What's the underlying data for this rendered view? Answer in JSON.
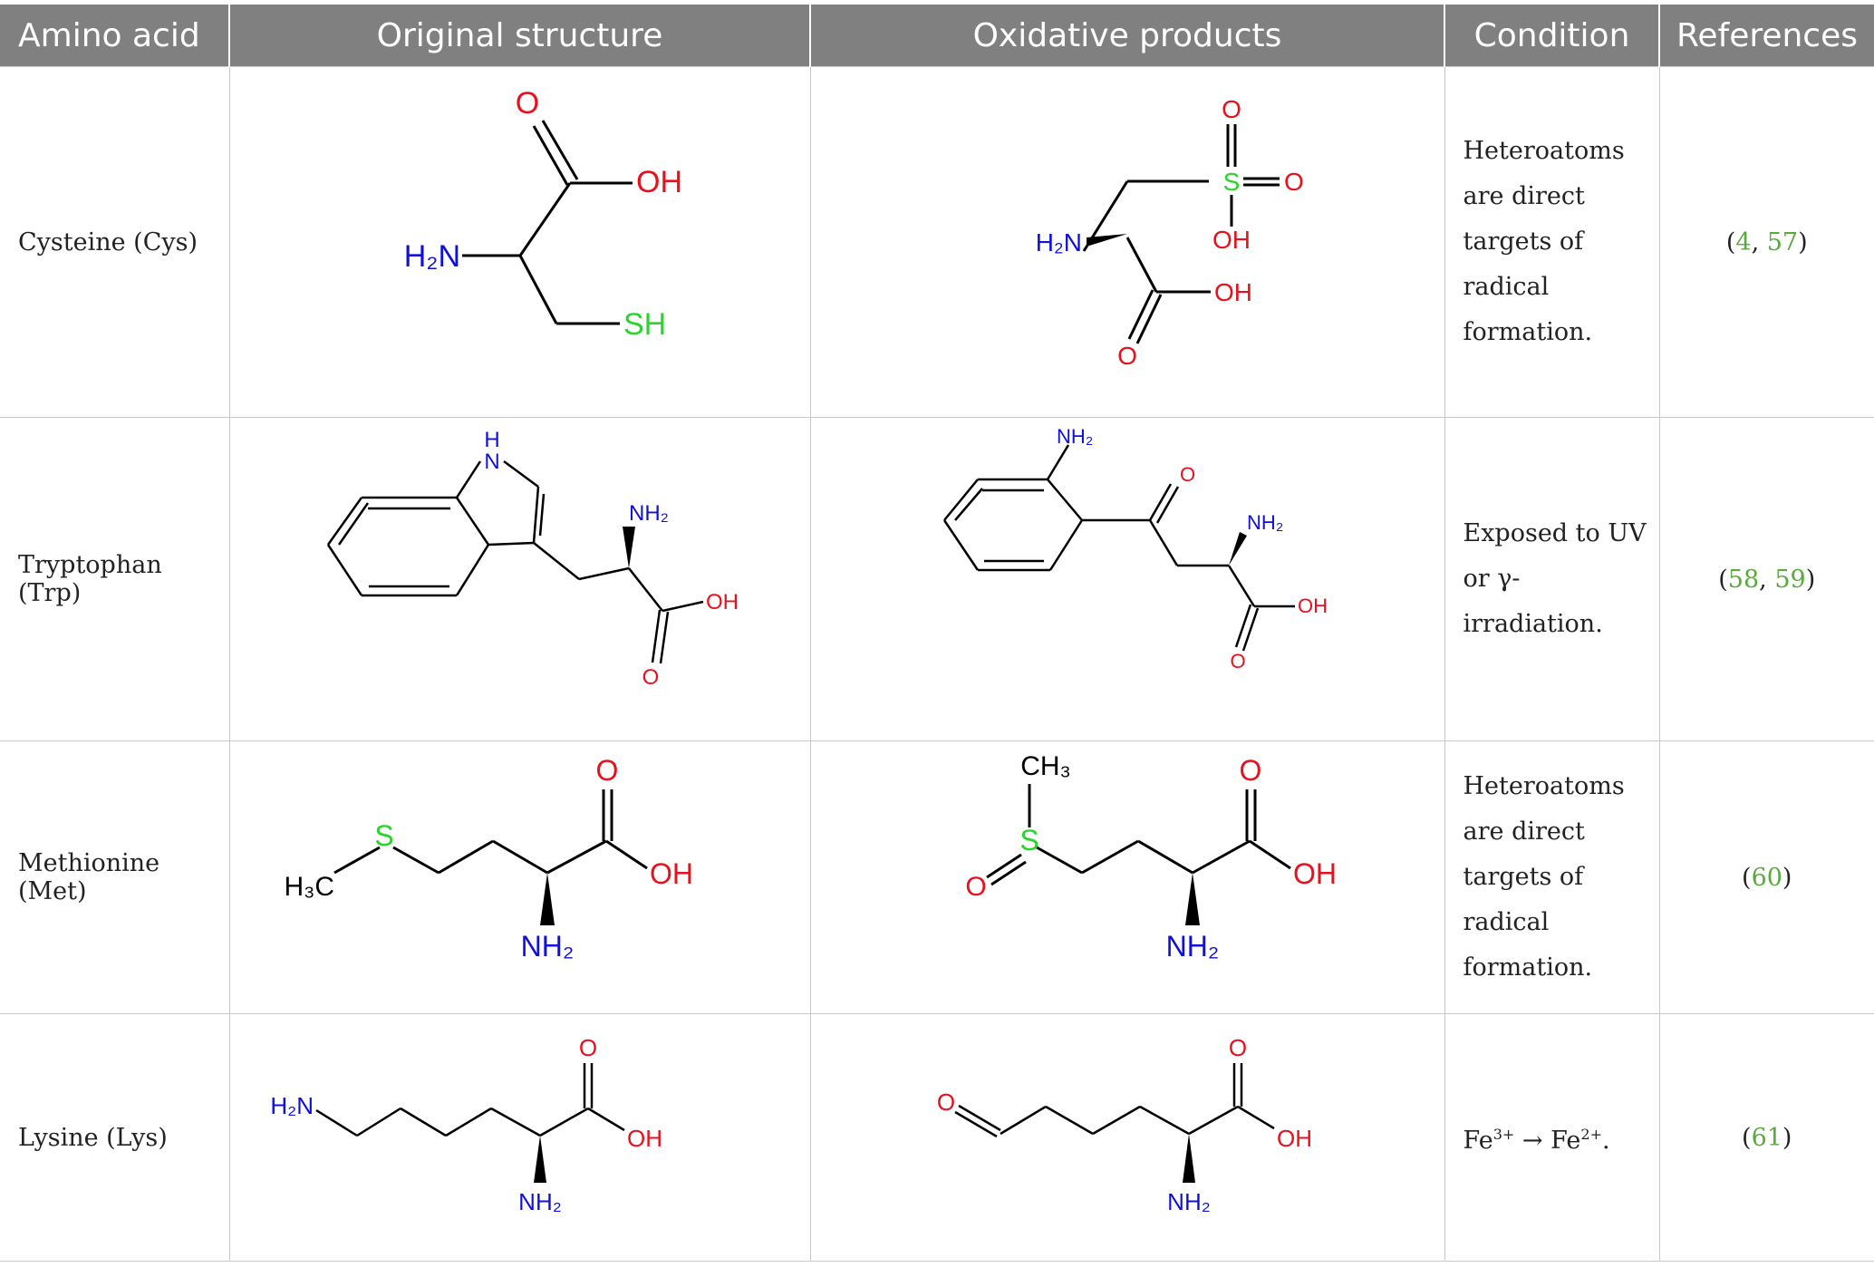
{
  "table": {
    "headers": [
      "Amino acid",
      "Original structure",
      "Oxidative products",
      "Condition",
      "References"
    ],
    "rows": [
      {
        "amino_acid": "Cysteine (Cys)",
        "condition": "Heteroatoms are direct targets of radical formation.",
        "refs": {
          "open": "(",
          "a": "4",
          "sep": ", ",
          "b": "57",
          "close": ")"
        }
      },
      {
        "amino_acid": "Tryptophan (Trp)",
        "condition": "Exposed to UV or γ-irradiation.",
        "refs": {
          "open": "(",
          "a": "58",
          "sep": ", ",
          "b": "59",
          "close": ")"
        }
      },
      {
        "amino_acid": "Methionine (Met)",
        "condition": "Heteroatoms are direct targets of radical formation.",
        "refs": {
          "open": "(",
          "a": "60",
          "close": ")"
        }
      },
      {
        "amino_acid": "Lysine (Lys)",
        "condition_parts": {
          "fe": "Fe",
          "sup1": "3+",
          "arrow": " → ",
          "fe2": "Fe",
          "sup2": "2+",
          "end": "."
        },
        "refs": {
          "open": "(",
          "a": "61",
          "close": ")"
        }
      }
    ]
  },
  "chem": {
    "O": "O",
    "OH": "OH",
    "H": "H",
    "N": "N",
    "H2N": "H₂N",
    "NH2": "NH₂",
    "SH": "SH",
    "S": "S",
    "CH3": "CH₃",
    "H3C": "H₃C"
  },
  "colors": {
    "oxygen": "#e8101c",
    "nitrogen": "#1010d8",
    "sulfur": "#2bd42b",
    "reference": "#5aaa3e",
    "header_bg": "#808080"
  }
}
